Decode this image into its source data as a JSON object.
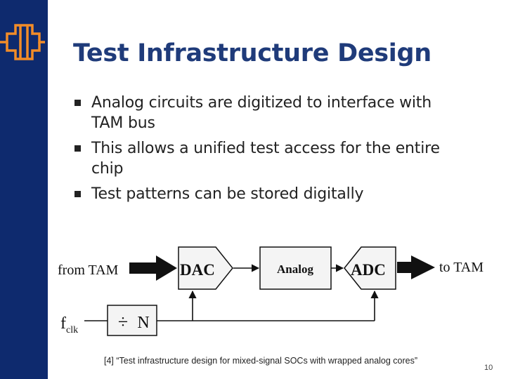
{
  "slide": {
    "title": "Test Infrastructure Design",
    "bullets": [
      "Analog circuits are digitized to interface with TAM bus",
      "This allows a unified test access for the entire chip",
      "Test patterns can be stored digitally"
    ],
    "citation": "[4] “Test infrastructure design for mixed-signal SOCs with wrapped analog cores”",
    "page_number": "10"
  },
  "diagram": {
    "input_label": "from TAM",
    "output_label": "to TAM",
    "dac_label": "DAC",
    "analog_label": "Analog",
    "adc_label": "ADC",
    "divider_symbol": "÷",
    "divider_label": "N",
    "clock_label": "f",
    "clock_subscript": "clk"
  },
  "colors": {
    "sidebar": "#0e2a6e",
    "logo": "#f28c28",
    "title": "#1f3b7a"
  }
}
